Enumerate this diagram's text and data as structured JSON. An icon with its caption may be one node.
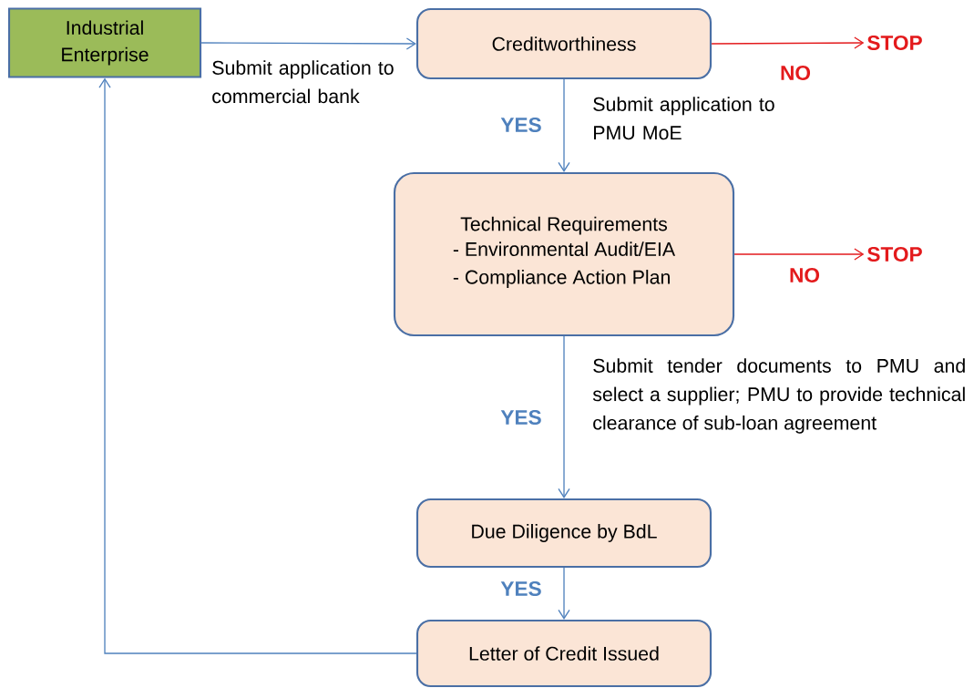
{
  "diagram": {
    "nodes": [
      {
        "text": [
          "Industrial Enterprise"
        ]
      },
      {
        "text": [
          "Creditworthiness"
        ]
      },
      {
        "text": [
          "STOP"
        ]
      },
      {
        "text": [
          "Technical Requirements",
          "- Environmental Audit/EIA",
          "- Compliance Action Plan"
        ]
      },
      {
        "text": [
          "STOP"
        ]
      },
      {
        "text": [
          "Due Diligence by BdL"
        ]
      },
      {
        "text": [
          "Letter of Credit Issued"
        ]
      }
    ],
    "edges": [
      {
        "from": 0,
        "to": 1,
        "arrow": "to"
      },
      {
        "from": 1,
        "to": 2,
        "arrow": "to",
        "label": "NO",
        "color": "#e31a1c"
      },
      {
        "from": 1,
        "to": 3,
        "arrow": "to",
        "label": "YES"
      },
      {
        "from": 3,
        "to": 4,
        "arrow": "to",
        "label": "NO",
        "color": "#e31a1c"
      },
      {
        "from": 3,
        "to": 5,
        "arrow": "to",
        "label": "YES"
      },
      {
        "from": 5,
        "to": 6,
        "arrow": "to",
        "label": "YES"
      },
      {
        "from": 6,
        "to": 0,
        "arrow": "to"
      }
    ],
    "labels": [
      "Submit application to commercial bank",
      "Submit application to PMU MoE",
      "Submit tender documents to PMU and select a supplier; PMU to provide technical clearance of sub-loan agreement"
    ]
  }
}
